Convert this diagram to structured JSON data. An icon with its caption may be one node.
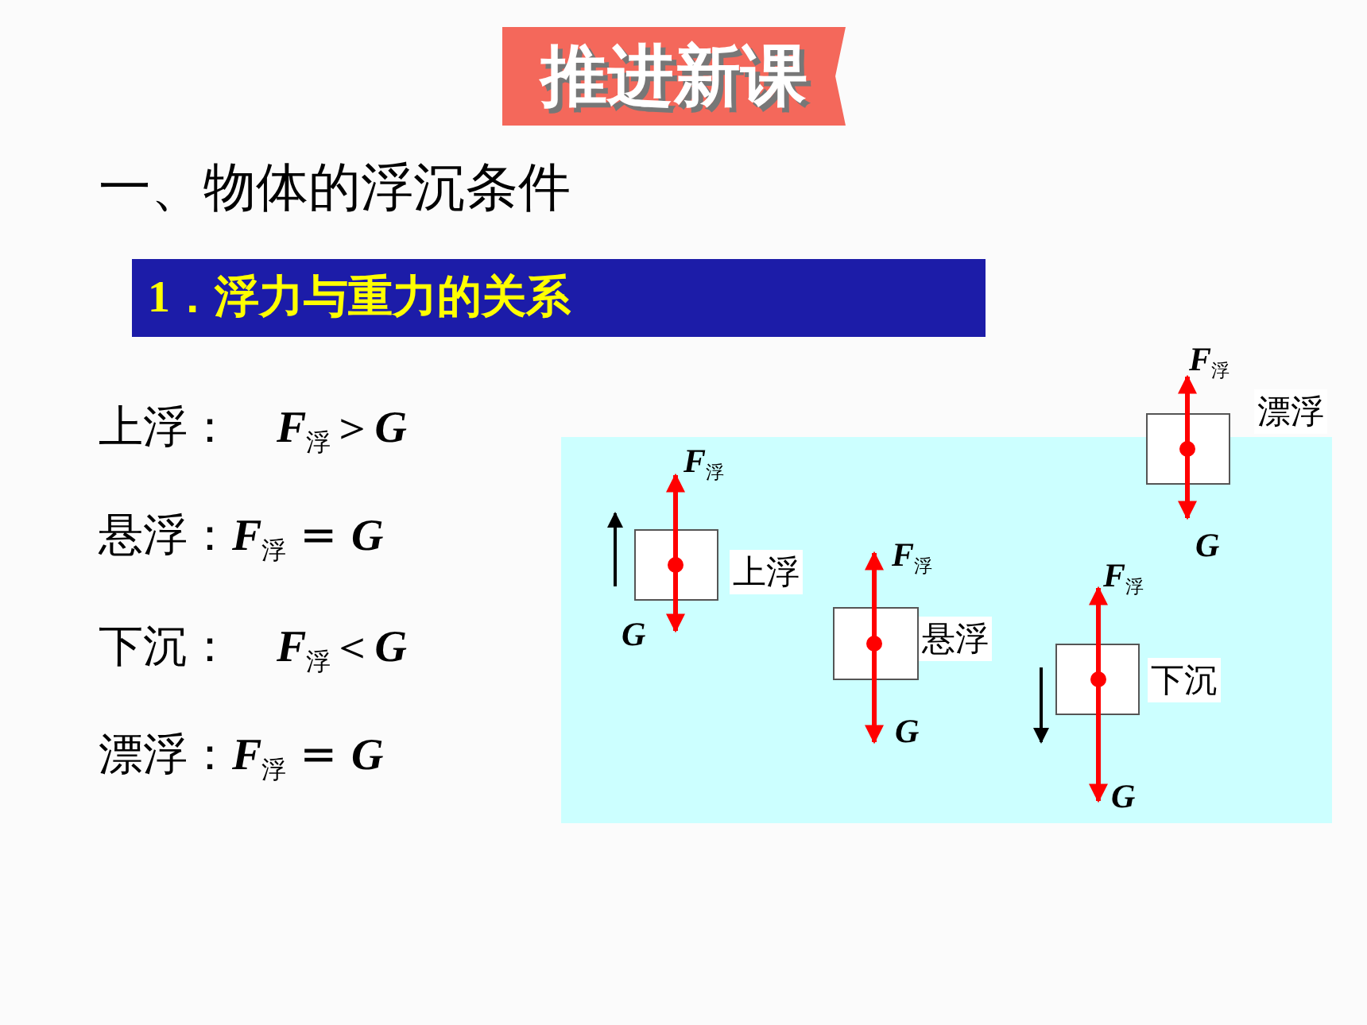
{
  "diagram": {
    "nodes": [
      {
        "text": [
          "推进新课"
        ]
      },
      {
        "text": [
          "1．浮力与重力的关系"
        ]
      },
      {
        "text": [],
        "shape": "box",
        "beside": [
          "上浮"
        ]
      },
      {
        "text": [],
        "shape": "box",
        "beside": [
          "悬浮"
        ]
      },
      {
        "text": [],
        "shape": "box",
        "beside": [
          "下沉"
        ]
      },
      {
        "text": [],
        "shape": "box",
        "beside": [
          "漂浮"
        ]
      }
    ],
    "edges": [],
    "labels": [
      "一、物体的浮沉条件",
      "上浮：　*F*$_{浮}$＞*G*",
      "悬浮：*F*$_{浮}$ = *G*",
      "下沉：　*F*$_{浮}$＜*G*",
      "漂浮：*F*$_{浮}$ = *G*",
      "*F*$_{浮}$",
      "G",
      "*F*$_{浮}$",
      "G",
      "*F*$_{浮}$",
      "G",
      "*F*$_{浮}$",
      "G"
    ]
  }
}
